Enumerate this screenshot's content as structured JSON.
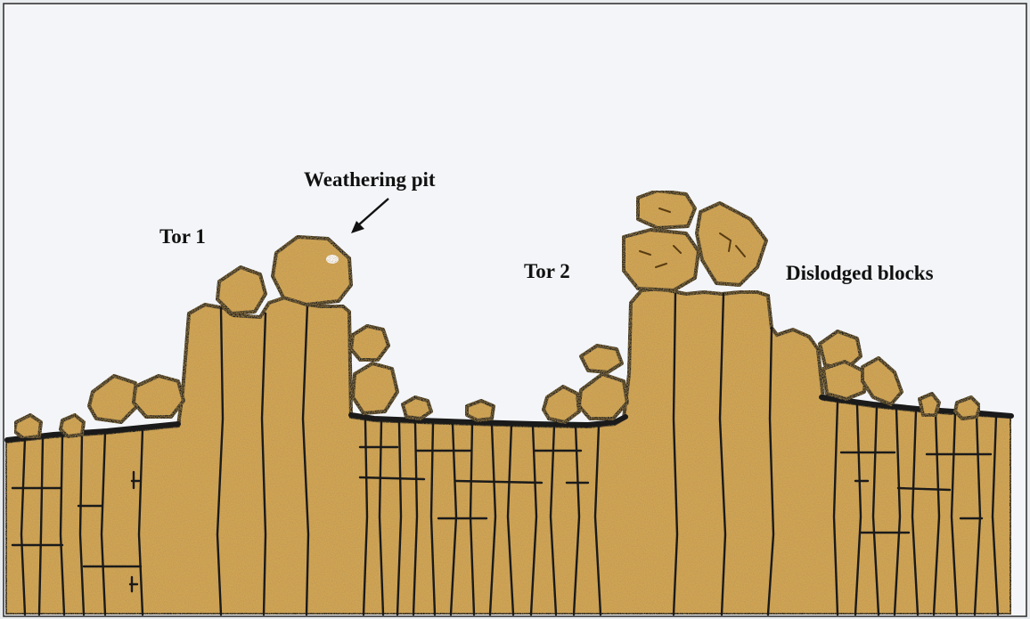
{
  "labels": {
    "tor1": "Tor 1",
    "weathering_pit": "Weathering pit",
    "tor2": "Tor 2",
    "dislodged_blocks": "Dislodged blocks"
  },
  "colors": {
    "background": "#f3f5f8",
    "rock": "#d3a552",
    "rock_dark": "#b8873a",
    "outline": "#1a1a1a",
    "pit_highlight": "#ffffff"
  }
}
